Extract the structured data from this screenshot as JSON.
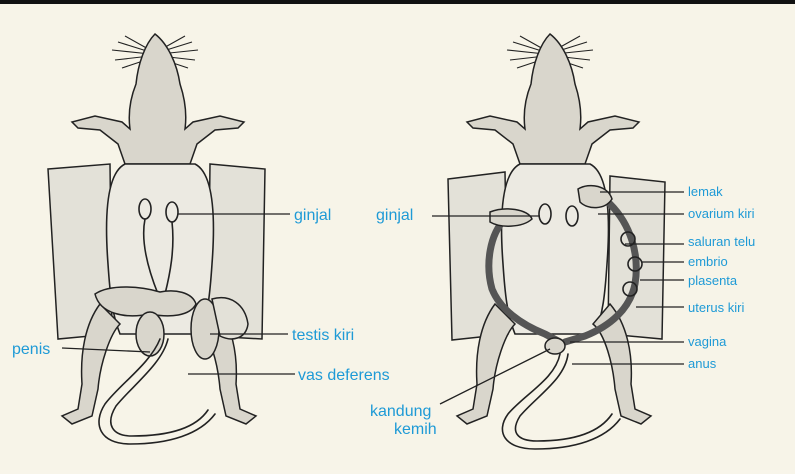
{
  "left_figure": {
    "labels": {
      "ginjal": "ginjal",
      "penis": "penis",
      "testis_kiri": "testis kiri",
      "vas_deferens": "vas deferens"
    }
  },
  "right_figure": {
    "labels": {
      "ginjal": "ginjal",
      "lemak": "lemak",
      "ovarium_kiri": "ovarium kiri",
      "saluran_telur": "saluran telu",
      "embrio": "embrio",
      "plasenta": "plasenta",
      "uterus_kiri": "uterus kiri",
      "vagina": "vagina",
      "anus": "anus",
      "kandung_line1": "kandung",
      "kandung_line2": "kemih"
    }
  },
  "colors": {
    "label": "#1e9ad6",
    "ink": "#222222",
    "background": "#f7f4e8"
  }
}
